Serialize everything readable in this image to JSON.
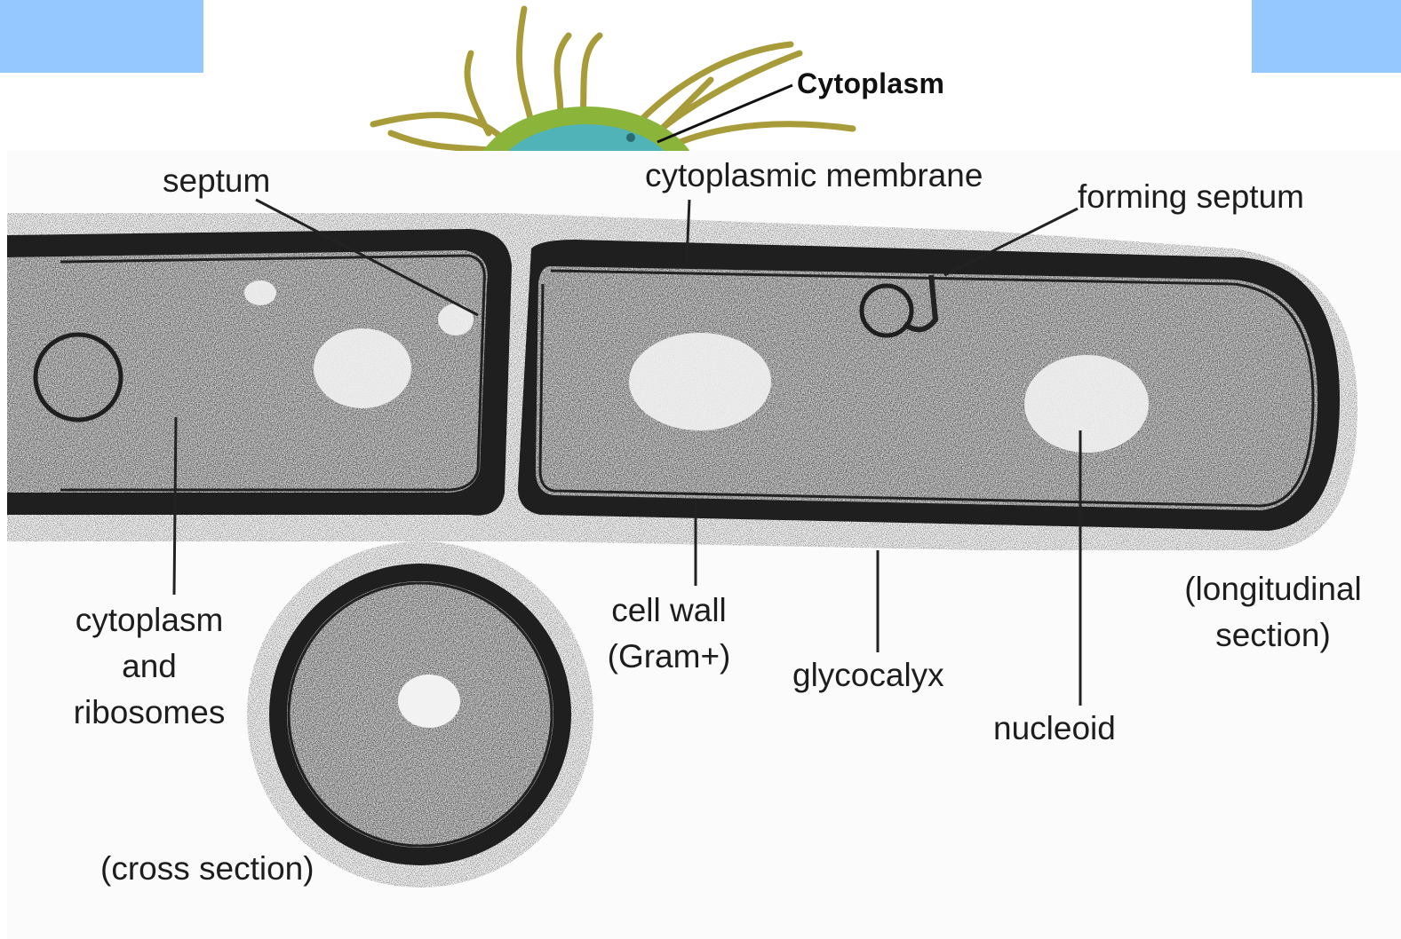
{
  "top_figure": {
    "label": "Cytoplasm"
  },
  "micrograph": {
    "labels": {
      "septum": "septum",
      "cytoplasmic_membrane": "cytoplasmic membrane",
      "forming_septum": "forming septum",
      "cytoplasm_and_ribosomes": [
        "cytoplasm",
        "and",
        "ribosomes"
      ],
      "cell_wall": [
        "cell wall",
        "(Gram+)"
      ],
      "glycocalyx": "glycocalyx",
      "nucleoid": "nucleoid",
      "longitudinal_section": [
        "(longitudinal",
        "section)"
      ],
      "cross_section": "(cross section)"
    }
  },
  "colors": {
    "corner_blue": "#94c8ff",
    "cell_green": "#8ab43a",
    "cell_cyan": "#4fb3b7",
    "pili": "#a89b3a",
    "stain_dark": "#1a1a1a"
  }
}
